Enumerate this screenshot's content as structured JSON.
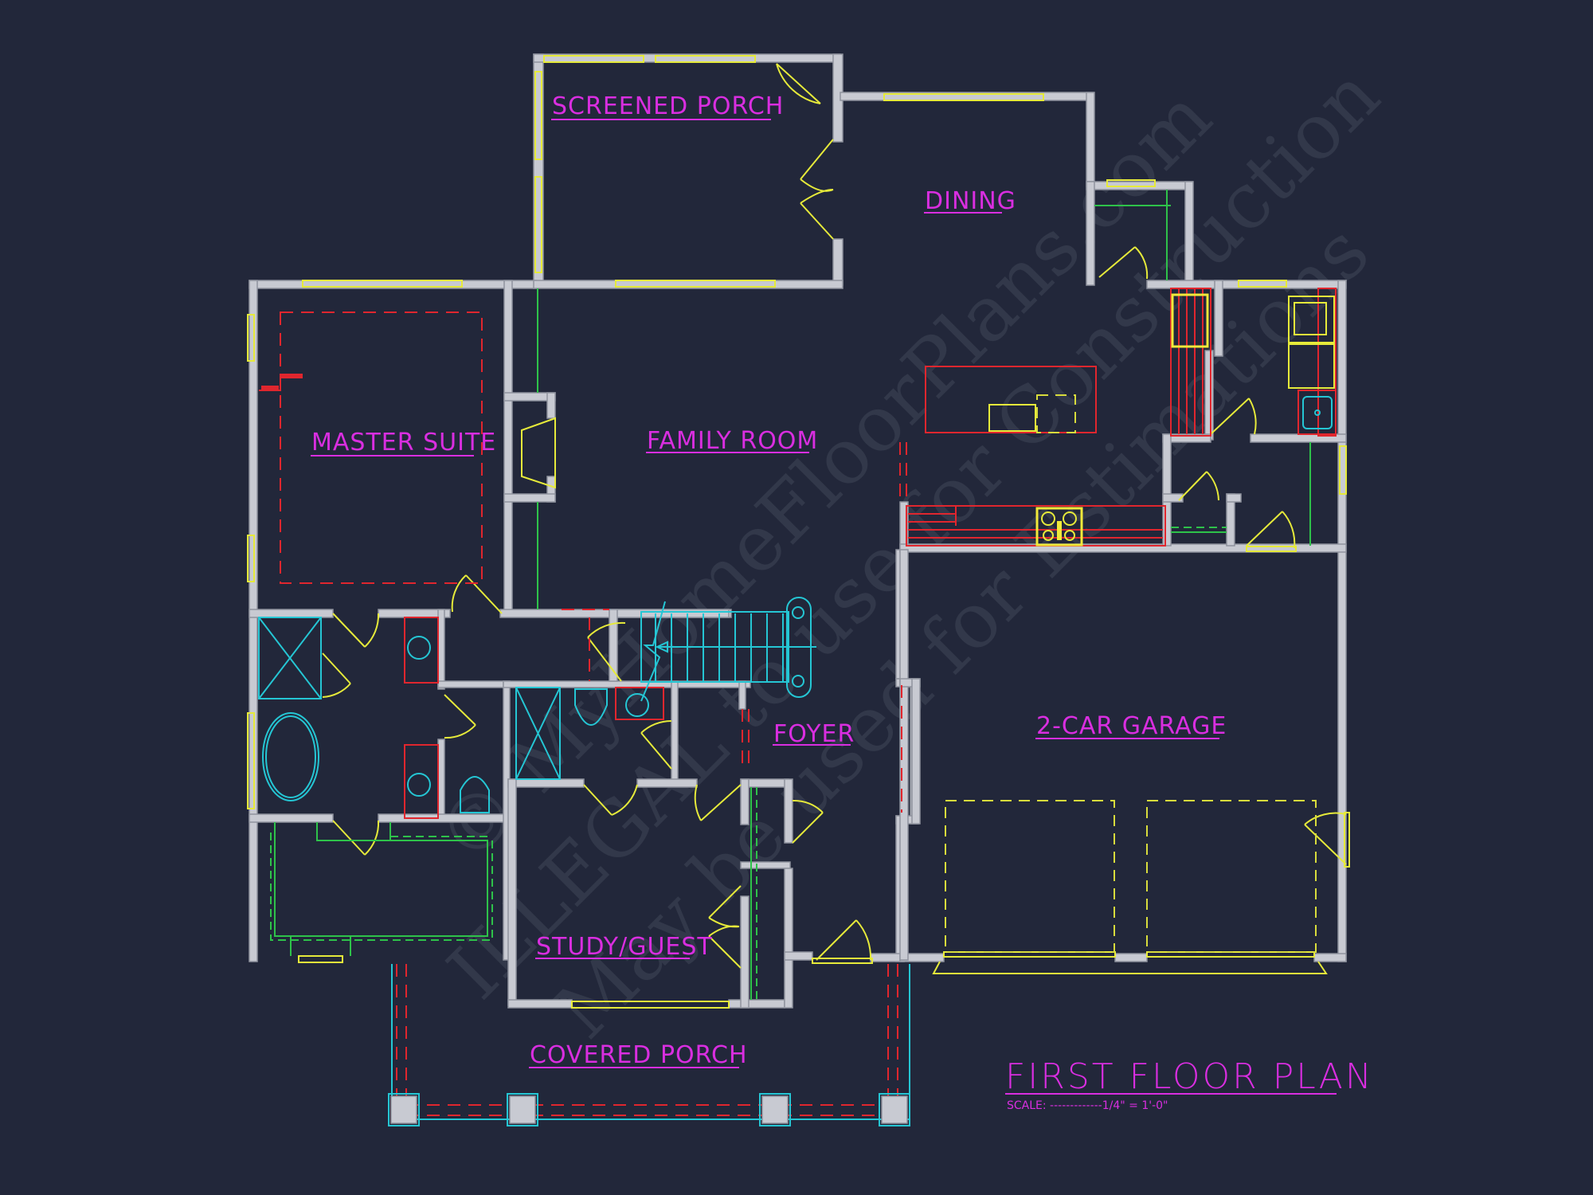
{
  "drawing": {
    "title": "FIRST FLOOR PLAN",
    "scale_text": "SCALE: -------------1/4\" = 1'-0\"",
    "background_color": "#22273a"
  },
  "rooms": {
    "screened_porch": "SCREENED PORCH",
    "dining": "DINING",
    "master_suite": "MASTER SUITE",
    "family_room": "FAMILY ROOM",
    "foyer": "FOYER",
    "garage": "2-CAR GARAGE",
    "study_guest": "STUDY/GUEST",
    "covered_porch": "COVERED PORCH"
  },
  "watermark": {
    "line1": "© MyHomeFloorPlans.com",
    "line2": "ILLEGAL to use for Construction",
    "line3": "May be used for Estimations"
  },
  "colors": {
    "walls": "#c8cad2",
    "windows_doors": "#e6ea3a",
    "labels": "#d92ee0",
    "fixtures": "#25c6d4",
    "cabinets": "#e0262e",
    "shelving": "#2ec24a"
  }
}
